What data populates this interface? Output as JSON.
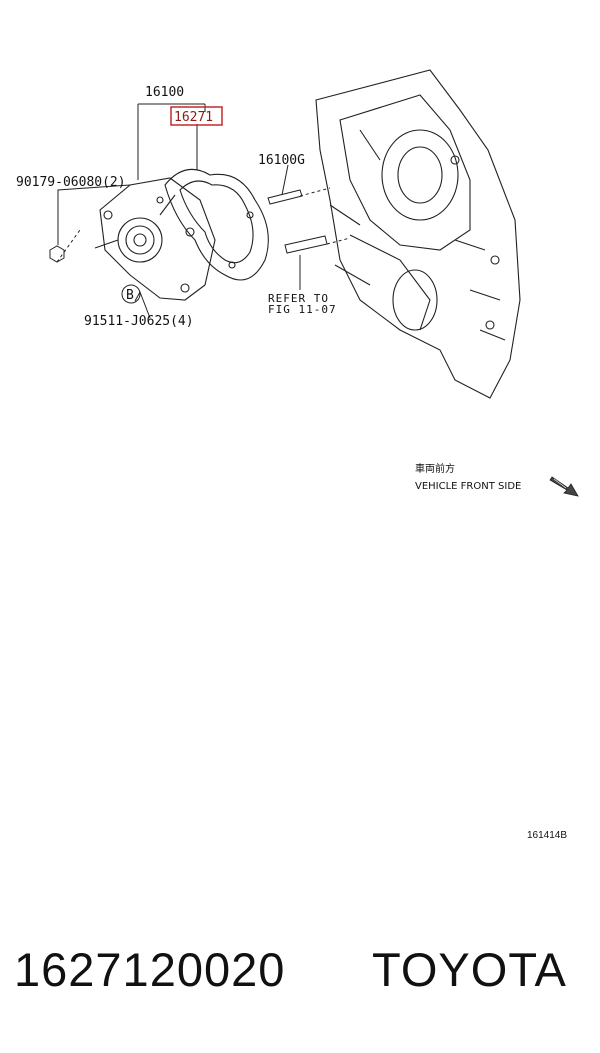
{
  "callouts": {
    "assembly": "16100",
    "gasket": "16271",
    "stud": "16100G",
    "bolt_top": "90179-06080(2)",
    "bolt_bottom": "91511-J0625(4)",
    "refer_line1": "REFER TO",
    "refer_line2": "FIG 11-07",
    "marker": "B"
  },
  "direction": {
    "label_jp": "車両前方",
    "label_en": "VEHICLE FRONT SIDE"
  },
  "illustration_code": "161414B",
  "part_number": "1627120020",
  "brand": "TOYOTA",
  "colors": {
    "highlight_box": "#c62828",
    "highlight_text": "#8b1a1a"
  }
}
